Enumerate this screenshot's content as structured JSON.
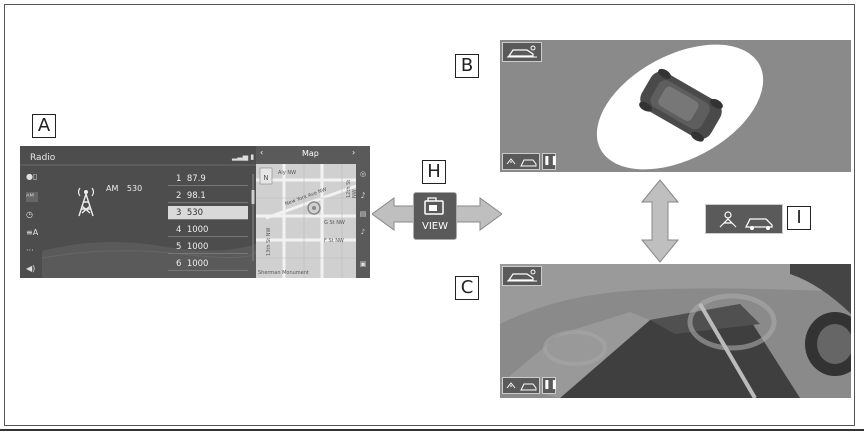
{
  "labels": {
    "a": "A",
    "b": "B",
    "c": "C",
    "h": "H",
    "i": "I"
  },
  "screen_a": {
    "title": "Radio",
    "station": {
      "band": "AM",
      "frequency": "530"
    },
    "presets": [
      {
        "num": "1",
        "freq": "87.9"
      },
      {
        "num": "2",
        "freq": "98.1"
      },
      {
        "num": "3",
        "freq": "530"
      },
      {
        "num": "4",
        "freq": "1000"
      },
      {
        "num": "5",
        "freq": "1000"
      },
      {
        "num": "6",
        "freq": "1000"
      }
    ],
    "selected_index": 2,
    "map": {
      "title": "Map",
      "streets": [
        "Aly NW",
        "New York Ave NW",
        "G St NW",
        "F St NW",
        "13th St NW",
        "12th St NW",
        "Sherman Monument"
      ]
    }
  },
  "view_button": {
    "label": "VIEW"
  },
  "colors": {
    "screen_dark": "#4d4d4d",
    "screen_grey": "#8a8a8a",
    "ellipse": "#ffffff",
    "arrow": "#bfbfbf"
  }
}
